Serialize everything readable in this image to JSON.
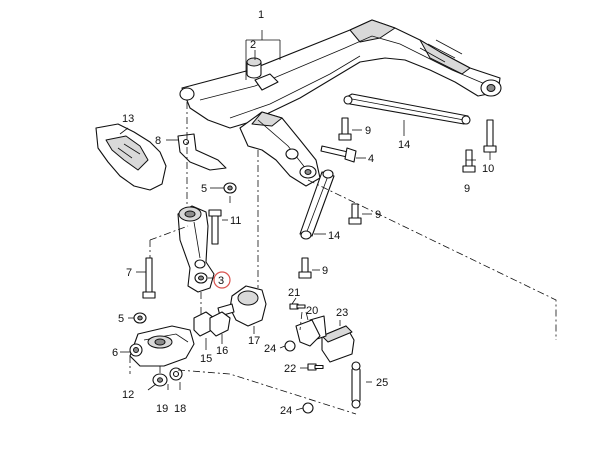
{
  "diagram": {
    "highlighted_callout": "3",
    "callouts": [
      {
        "id": "c1",
        "label": "1"
      },
      {
        "id": "c2",
        "label": "2"
      },
      {
        "id": "c3",
        "label": "3"
      },
      {
        "id": "c4",
        "label": "4"
      },
      {
        "id": "c5a",
        "label": "5"
      },
      {
        "id": "c5b",
        "label": "5"
      },
      {
        "id": "c6",
        "label": "6"
      },
      {
        "id": "c7",
        "label": "7"
      },
      {
        "id": "c8",
        "label": "8"
      },
      {
        "id": "c9a",
        "label": "9"
      },
      {
        "id": "c9b",
        "label": "9"
      },
      {
        "id": "c9c",
        "label": "9"
      },
      {
        "id": "c9d",
        "label": "9"
      },
      {
        "id": "c10",
        "label": "10"
      },
      {
        "id": "c11",
        "label": "11"
      },
      {
        "id": "c12",
        "label": "12"
      },
      {
        "id": "c13",
        "label": "13"
      },
      {
        "id": "c14a",
        "label": "14"
      },
      {
        "id": "c14b",
        "label": "14"
      },
      {
        "id": "c15",
        "label": "15"
      },
      {
        "id": "c16",
        "label": "16"
      },
      {
        "id": "c17",
        "label": "17"
      },
      {
        "id": "c18",
        "label": "18"
      },
      {
        "id": "c19",
        "label": "19"
      },
      {
        "id": "c20",
        "label": "20"
      },
      {
        "id": "c21",
        "label": "21"
      },
      {
        "id": "c22",
        "label": "22"
      },
      {
        "id": "c23",
        "label": "23"
      },
      {
        "id": "c24a",
        "label": "24"
      },
      {
        "id": "c24b",
        "label": "24"
      },
      {
        "id": "c25",
        "label": "25"
      }
    ]
  }
}
